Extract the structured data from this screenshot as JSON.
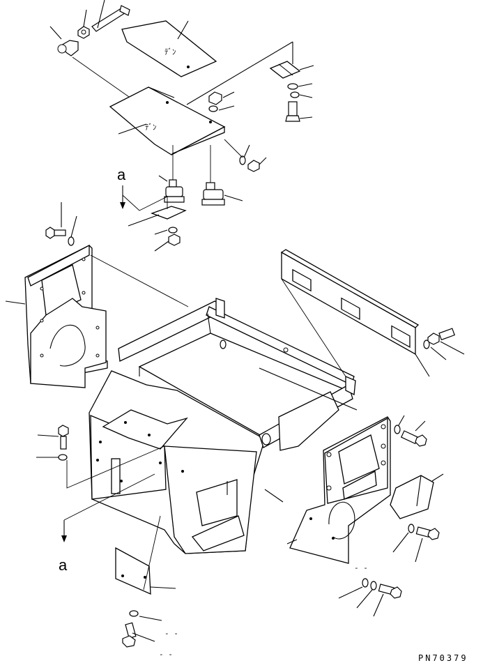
{
  "diagram": {
    "part_number": "PN70379",
    "view_markers": [
      "a",
      "a"
    ],
    "plate_marks": [
      "ﾃﾞﾝ",
      "ﾃﾞﾝ"
    ],
    "dash_notes": [
      "- -",
      "- -",
      "- -"
    ]
  }
}
